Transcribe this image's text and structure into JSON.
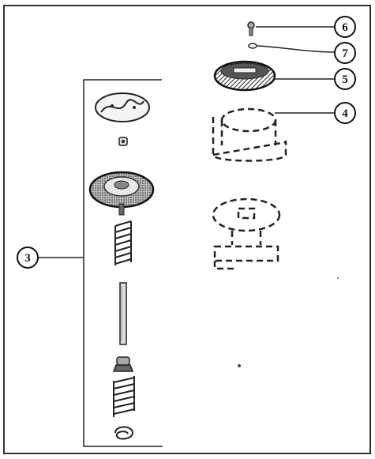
{
  "figure": {
    "callouts": [
      {
        "id": "c3",
        "label": "3",
        "part": "parts-group-3"
      },
      {
        "id": "c4",
        "label": "4",
        "part": "dashed-upper-housing"
      },
      {
        "id": "c5",
        "label": "5",
        "part": "cap-disc"
      },
      {
        "id": "c6",
        "label": "6",
        "part": "screw"
      },
      {
        "id": "c7",
        "label": "7",
        "part": "washer"
      }
    ]
  }
}
